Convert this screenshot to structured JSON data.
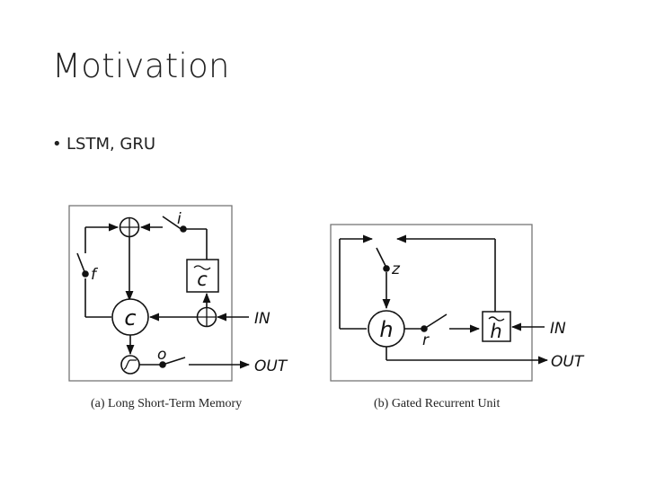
{
  "slide": {
    "title": "Motivation",
    "bullets": [
      {
        "symbol": "•",
        "text": "LSTM, GRU"
      }
    ]
  },
  "figure": {
    "lstm": {
      "caption": "(a) Long Short-Term Memory",
      "cell_label": "c",
      "candidate_label": "c",
      "input_gate_label": "i",
      "forget_gate_label": "f",
      "output_gate_label": "o",
      "input_label": "IN",
      "output_label": "OUT"
    },
    "gru": {
      "caption": "(b) Gated Recurrent Unit",
      "hidden_label": "h",
      "candidate_label": "h",
      "update_gate_label": "z",
      "reset_gate_label": "r",
      "input_label": "IN",
      "output_label": "OUT"
    }
  },
  "colors": {
    "stroke": "#111111",
    "panel_border": "#777777"
  }
}
